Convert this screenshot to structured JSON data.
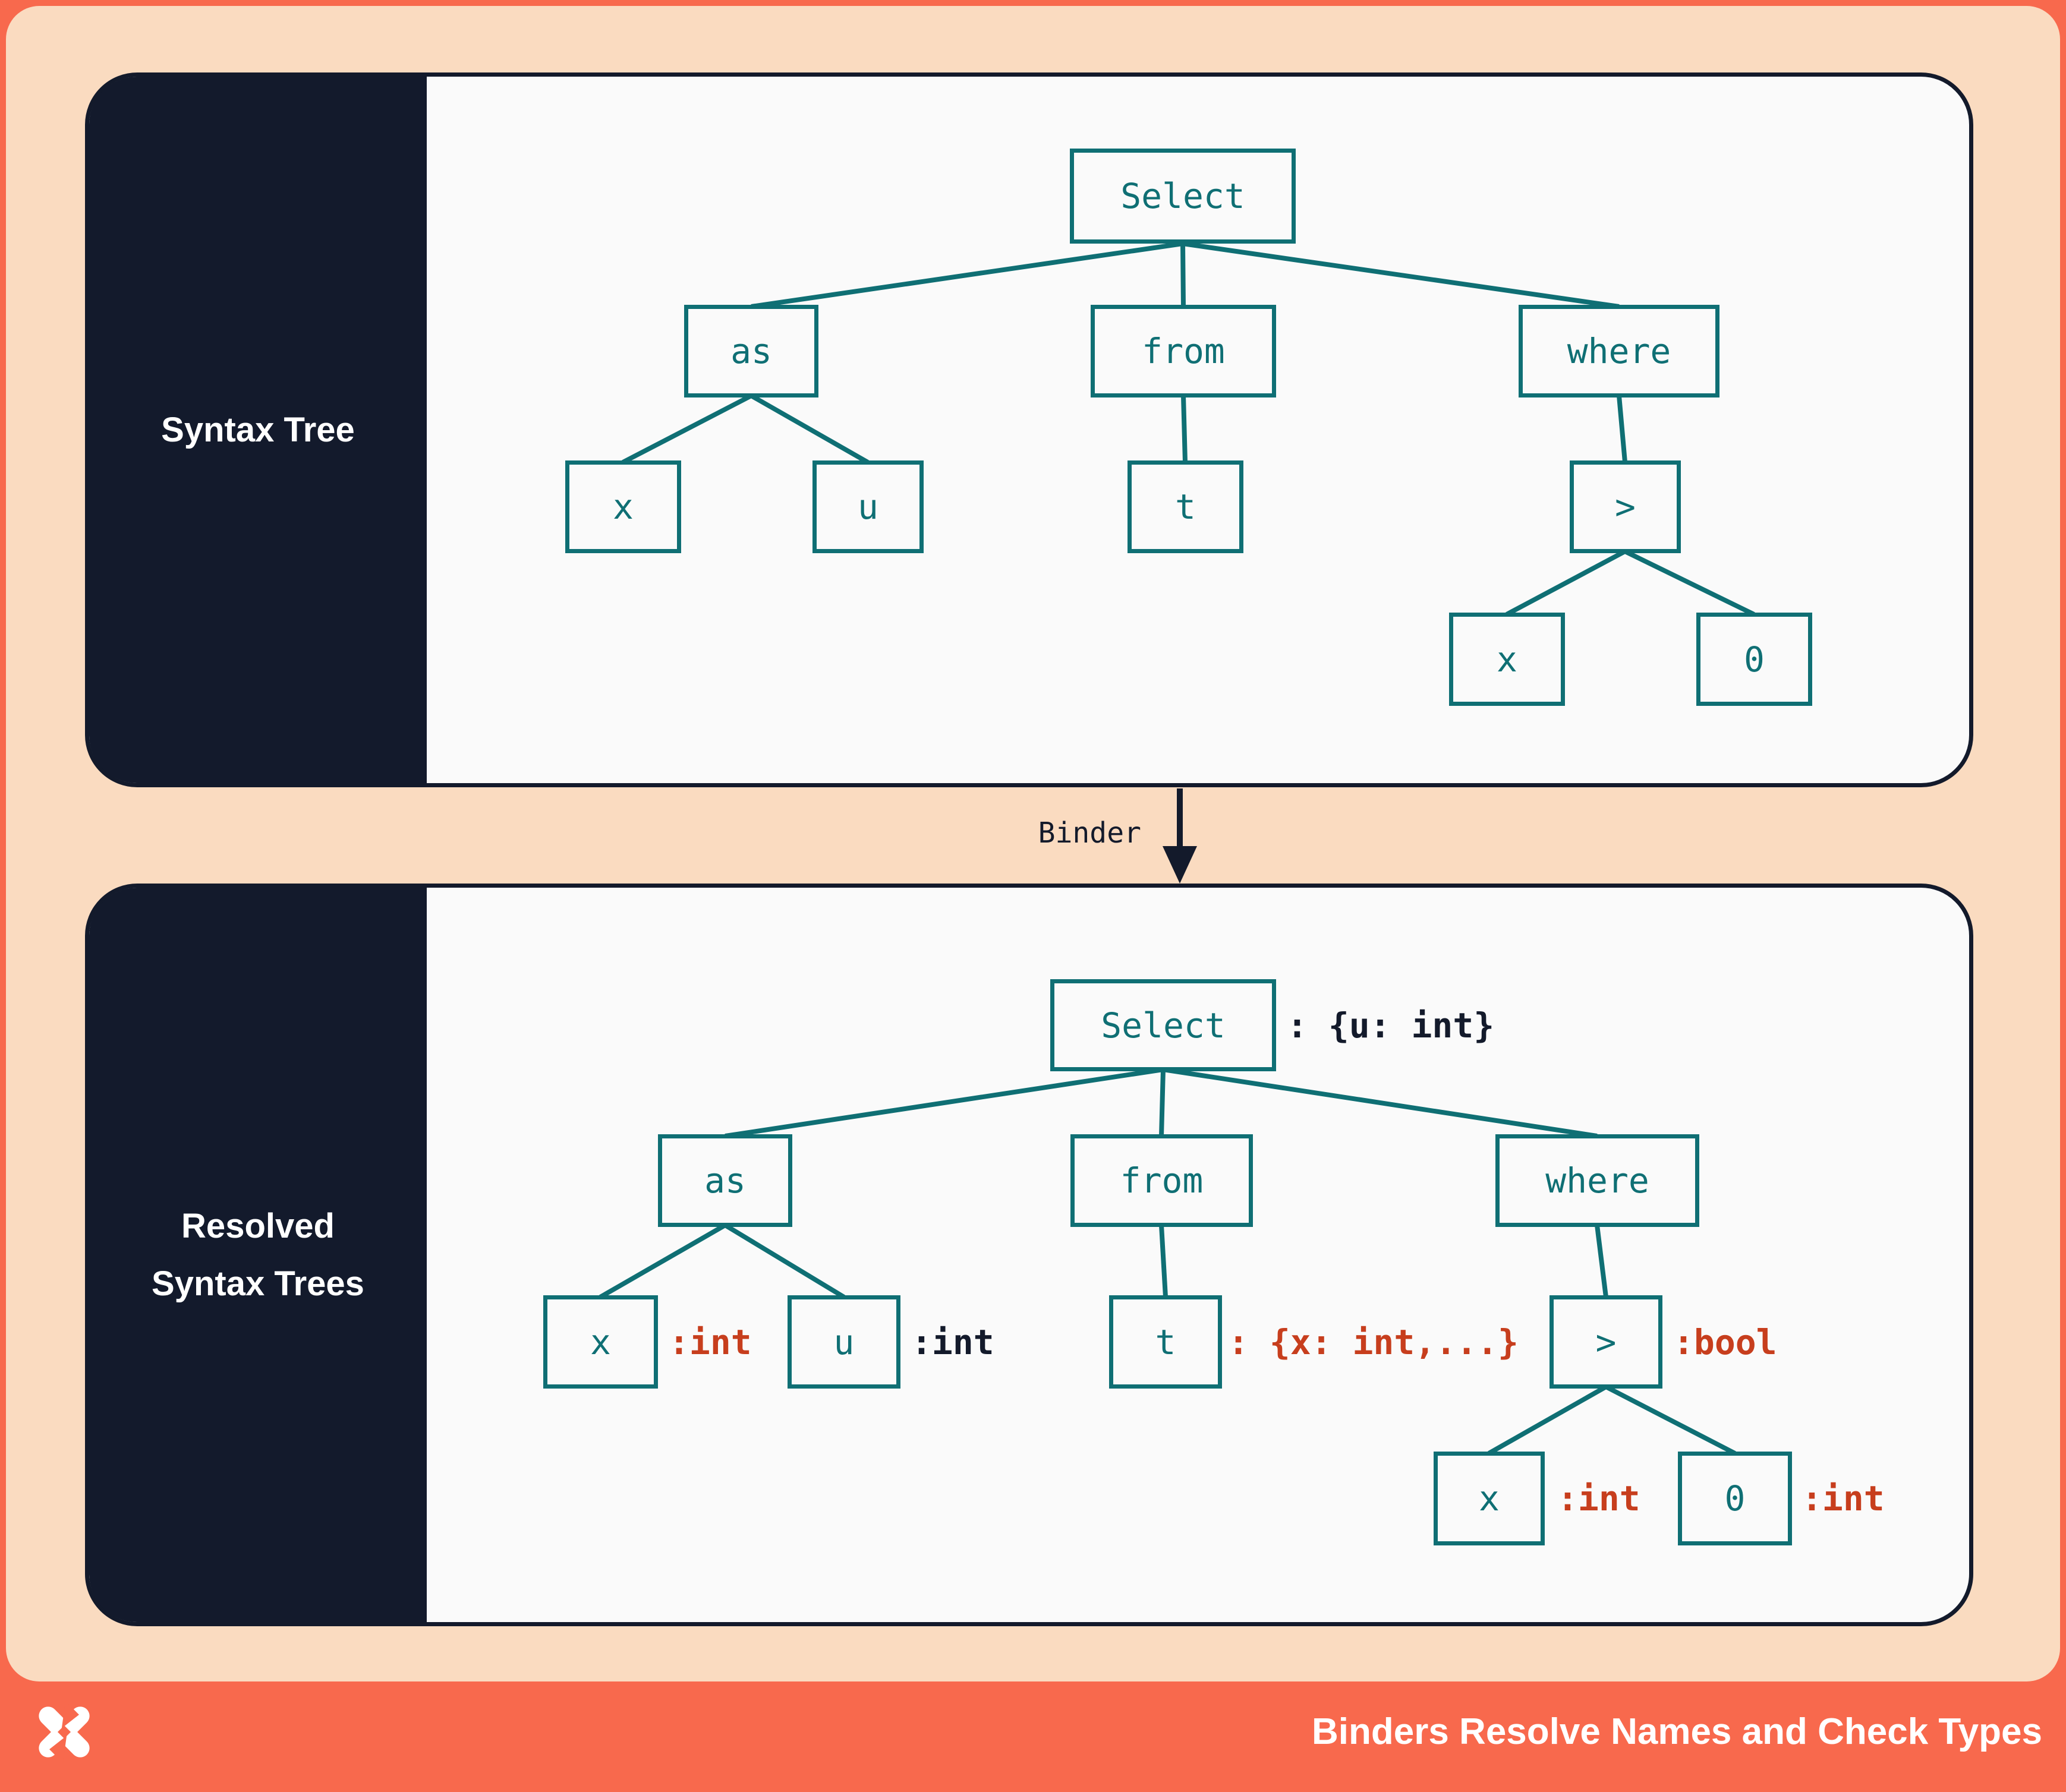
{
  "colors": {
    "coral": "#F8694D",
    "peach": "#FADBC0",
    "navy": "#131A2B",
    "teal": "#0F6F74",
    "red": "#C73E1D",
    "panel_bg": "#FAFAFA"
  },
  "top_panel": {
    "label": "Syntax Tree",
    "nodes": {
      "select": "Select",
      "as": "as",
      "from": "from",
      "where": "where",
      "xl": "x",
      "u": "u",
      "t": "t",
      "gt": ">",
      "xr": "x",
      "zero": "0"
    },
    "edges": [
      [
        "Select",
        "as"
      ],
      [
        "Select",
        "from"
      ],
      [
        "Select",
        "where"
      ],
      [
        "as",
        "x"
      ],
      [
        "as",
        "u"
      ],
      [
        "from",
        "t"
      ],
      [
        "where",
        ">"
      ],
      [
        ">",
        "x"
      ],
      [
        ">",
        "0"
      ]
    ]
  },
  "binder": {
    "label": "Binder"
  },
  "bottom_panel": {
    "label_line1": "Resolved",
    "label_line2": "Syntax Trees",
    "nodes": {
      "select": "Select",
      "as": "as",
      "from": "from",
      "where": "where",
      "xl": "x",
      "u": "u",
      "t": "t",
      "gt": ">",
      "xr": "x",
      "zero": "0"
    },
    "annotations": {
      "select": ": {u: int}",
      "xl": ":int",
      "u": ":int",
      "t": ": {x: int,...}",
      "gt": ":bool",
      "xr": ":int",
      "zero": ":int"
    },
    "edges": [
      [
        "Select",
        "as"
      ],
      [
        "Select",
        "from"
      ],
      [
        "Select",
        "where"
      ],
      [
        "as",
        "x"
      ],
      [
        "as",
        "u"
      ],
      [
        "from",
        "t"
      ],
      [
        "where",
        ">"
      ],
      [
        ">",
        "x"
      ],
      [
        ">",
        "0"
      ]
    ]
  },
  "footer": {
    "title": "Binders Resolve Names and Check Types",
    "logo_icon": "x-pinwheel-logo"
  }
}
